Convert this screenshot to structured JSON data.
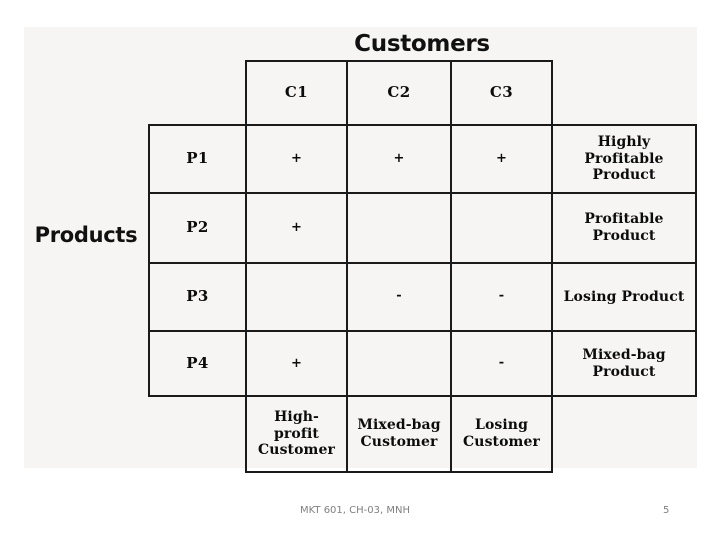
{
  "slide": {
    "background_color": "#f6f5f3",
    "page_background_color": "#ffffff",
    "border_color": "#1a1a1a",
    "text_color": "#0c0c0c"
  },
  "headings": {
    "columns_axis_title": "Customers",
    "rows_axis_title": "Products"
  },
  "matrix": {
    "column_headers": [
      "C1",
      "C2",
      "C3"
    ],
    "row_headers": [
      "P1",
      "P2",
      "P3",
      "P4"
    ],
    "cells": [
      [
        "+",
        "+",
        "+"
      ],
      [
        "+",
        "",
        ""
      ],
      [
        "",
        "-",
        "-"
      ],
      [
        "+",
        "",
        "-"
      ]
    ],
    "row_labels": [
      "Highly Profitable Product",
      "Profitable Product",
      "Losing Product",
      "Mixed-bag Product"
    ],
    "row_labels_lines": [
      [
        "Highly",
        "Profitable",
        "Product"
      ],
      [
        "Profitable",
        "Product"
      ],
      [
        "Losing Product"
      ],
      [
        "Mixed-bag",
        "Product"
      ]
    ],
    "column_labels": [
      "High-profit Customer",
      "Mixed-bag Customer",
      "Losing Customer"
    ],
    "column_labels_lines": [
      [
        "High-",
        "profit",
        "Customer"
      ],
      [
        "Mixed-bag",
        "Customer"
      ],
      [
        "Losing",
        "Customer"
      ]
    ]
  },
  "footer": {
    "note": "MKT 601, CH-03, MNH",
    "page_number": "5"
  }
}
